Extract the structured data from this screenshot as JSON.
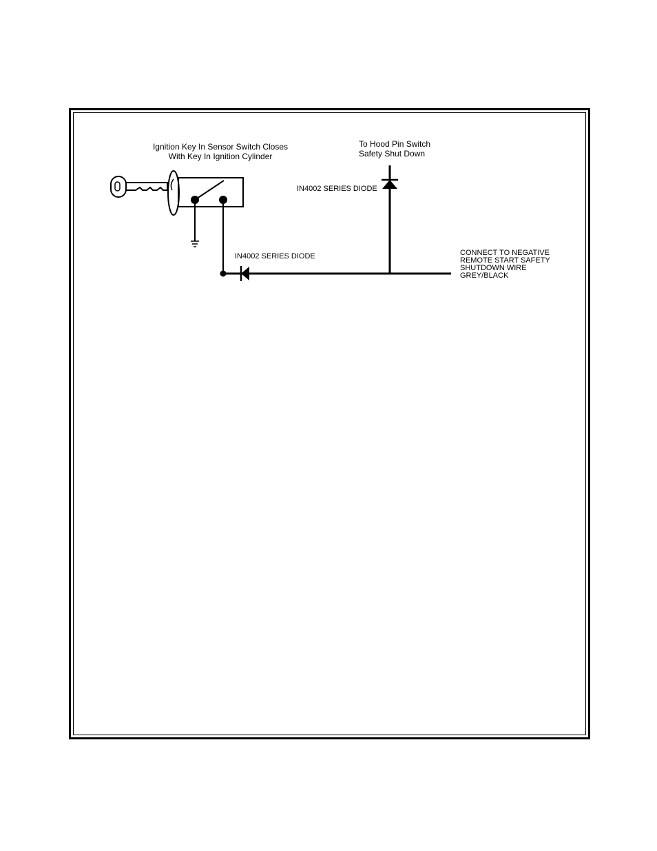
{
  "diagram": {
    "ignition_label": {
      "line1": "Ignition Key In Sensor Switch Closes",
      "line2": "With Key In Ignition Cylinder"
    },
    "hood_label": {
      "line1": "To Hood Pin Switch",
      "line2": "Safety Shut Down"
    },
    "diode_top_label": "IN4002 SERIES DIODE",
    "diode_bottom_label": "IN4002 SERIES DIODE",
    "connect_label": {
      "line1": "CONNECT TO NEGATIVE",
      "line2": "REMOTE START SAFETY",
      "line3": "SHUTDOWN WIRE",
      "line4": "GREY/BLACK"
    },
    "icons": [
      "key-icon",
      "switch-icon",
      "ground-icon",
      "diode-icon"
    ]
  }
}
